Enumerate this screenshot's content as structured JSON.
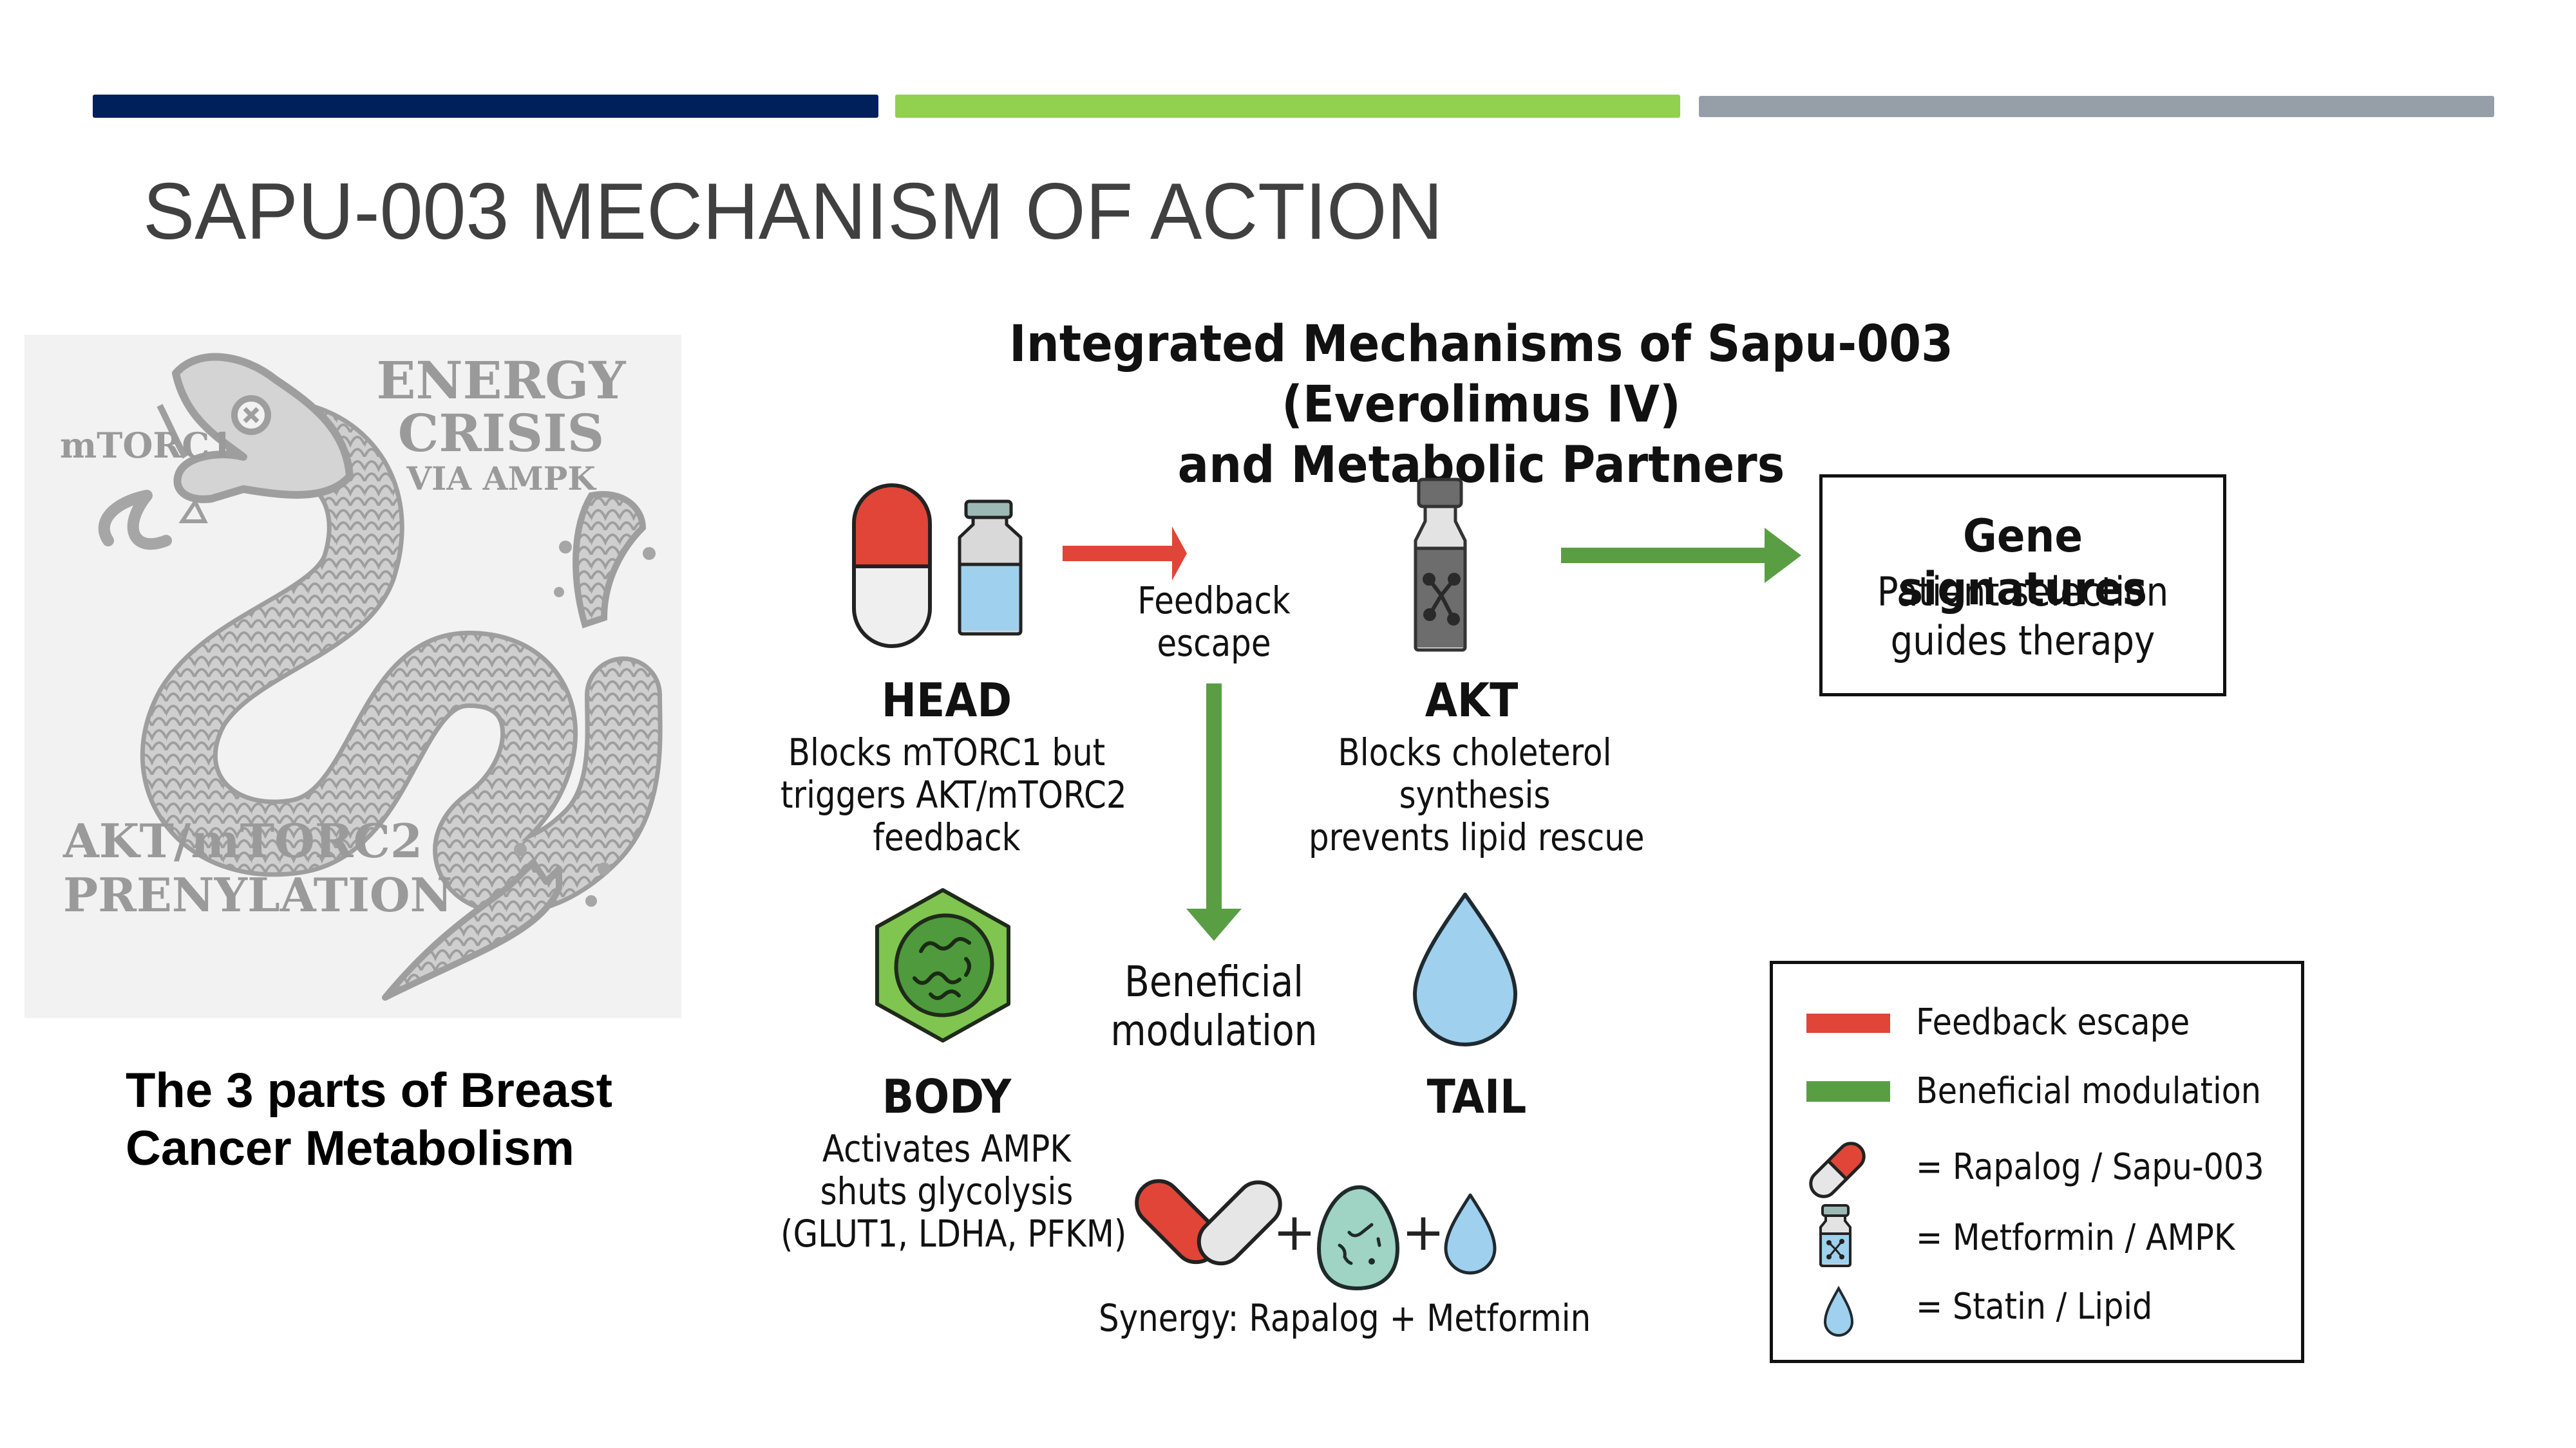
{
  "slide": {
    "title": "SAPU-003 MECHANISM OF ACTION",
    "accent_bars": [
      {
        "name": "navy",
        "color": "#00205b"
      },
      {
        "name": "green",
        "color": "#92d050"
      },
      {
        "name": "gray",
        "color": "#969fa7"
      }
    ]
  },
  "snake_panel": {
    "labels": {
      "head": "mTORC1",
      "energy_line1": "ENERGY",
      "energy_line2": "CRISIS",
      "energy_line3": "VIA AMPK",
      "tail_line1": "AKT/mTORC2",
      "tail_line2": "PRENYLATION"
    },
    "caption_line1": "The 3 parts of Breast",
    "caption_line2": "Cancer Metabolism"
  },
  "diagram": {
    "title_line1": "Integrated Mechanisms of Sapu-003 (Everolimus IV)",
    "title_line2": "and Metabolic Partners",
    "nodes": {
      "head": {
        "label": "HEAD",
        "desc": [
          "Blocks mTORC1 but",
          "triggers AKT/mTORC2",
          "feedback"
        ],
        "icons": [
          "capsule-icon",
          "vial-icon"
        ]
      },
      "akt": {
        "label": "AKT",
        "desc": [
          "Blocks choleterol",
          "synthesis",
          "prevents lipid rescue"
        ],
        "icons": [
          "dark-vial-icon"
        ]
      },
      "body": {
        "label": "BODY",
        "desc": [
          "Activates AMPK",
          "shuts glycolysis",
          "(GLUT1, LDHA, PFKM)"
        ],
        "icons": [
          "mitochondria-hexagon-icon"
        ]
      },
      "tail": {
        "label": "TAIL",
        "icons": [
          "droplet-icon"
        ]
      }
    },
    "arrows": {
      "feedback_label_line1": "Feedback",
      "feedback_label_line2": "escape",
      "beneficial_label_line1": "Beneficial",
      "beneficial_label_line2": "modulation",
      "feedback_color": "#e04538",
      "beneficial_color": "#5a9e44"
    },
    "gene_box": {
      "title": "Gene signatures",
      "desc_line1": "Patient selection",
      "desc_line2": "guides therapy"
    },
    "synergy": {
      "plus": "+",
      "caption": "Synergy: Rapalog + Metformin"
    },
    "legend": {
      "items": [
        {
          "type": "swatch",
          "color": "#e04538",
          "label": "Feedback escape"
        },
        {
          "type": "swatch",
          "color": "#5a9e44",
          "label": "Beneficial modulation"
        },
        {
          "type": "icon",
          "icon": "capsule-icon",
          "label": "= Rapalog / Sapu-003"
        },
        {
          "type": "icon",
          "icon": "vial-icon",
          "label": "= Metformin / AMPK"
        },
        {
          "type": "icon",
          "icon": "droplet-icon",
          "label": "= Statin / Lipid"
        }
      ]
    }
  }
}
